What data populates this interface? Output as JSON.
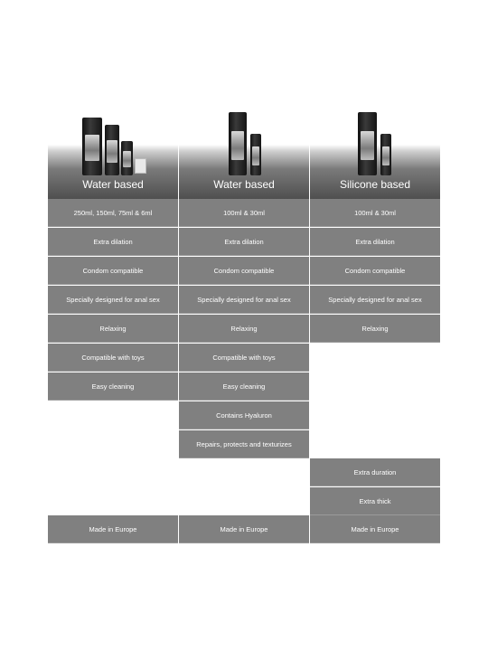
{
  "columns": [
    {
      "title": "Water based",
      "features": [
        "250ml, 150ml, 75ml & 6ml",
        "Extra dilation",
        "Condom compatible",
        "Specially designed for anal sex",
        "Relaxing",
        "Compatible with toys",
        "Easy cleaning"
      ],
      "footer": "Made in Europe"
    },
    {
      "title": "Water based",
      "features": [
        "100ml & 30ml",
        "Extra dilation",
        "Condom compatible",
        "Specially designed for anal sex",
        "Relaxing",
        "Compatible with toys",
        "Easy cleaning",
        "Contains Hyaluron",
        "Repairs, protects and texturizes"
      ],
      "footer": "Made in Europe"
    },
    {
      "title": "Silicone based",
      "features": [
        "100ml &  30ml",
        "Extra dilation",
        "Condom compatible",
        "Specially designed for anal sex",
        "Relaxing"
      ],
      "extra_features": [
        "Extra duration",
        "Extra thick"
      ],
      "footer": "Made in Europe"
    }
  ],
  "icons": {
    "col0": "product-bottles-four-sizes",
    "col1": "product-bottles-two-sizes",
    "col2": "product-bottles-two-sizes"
  }
}
